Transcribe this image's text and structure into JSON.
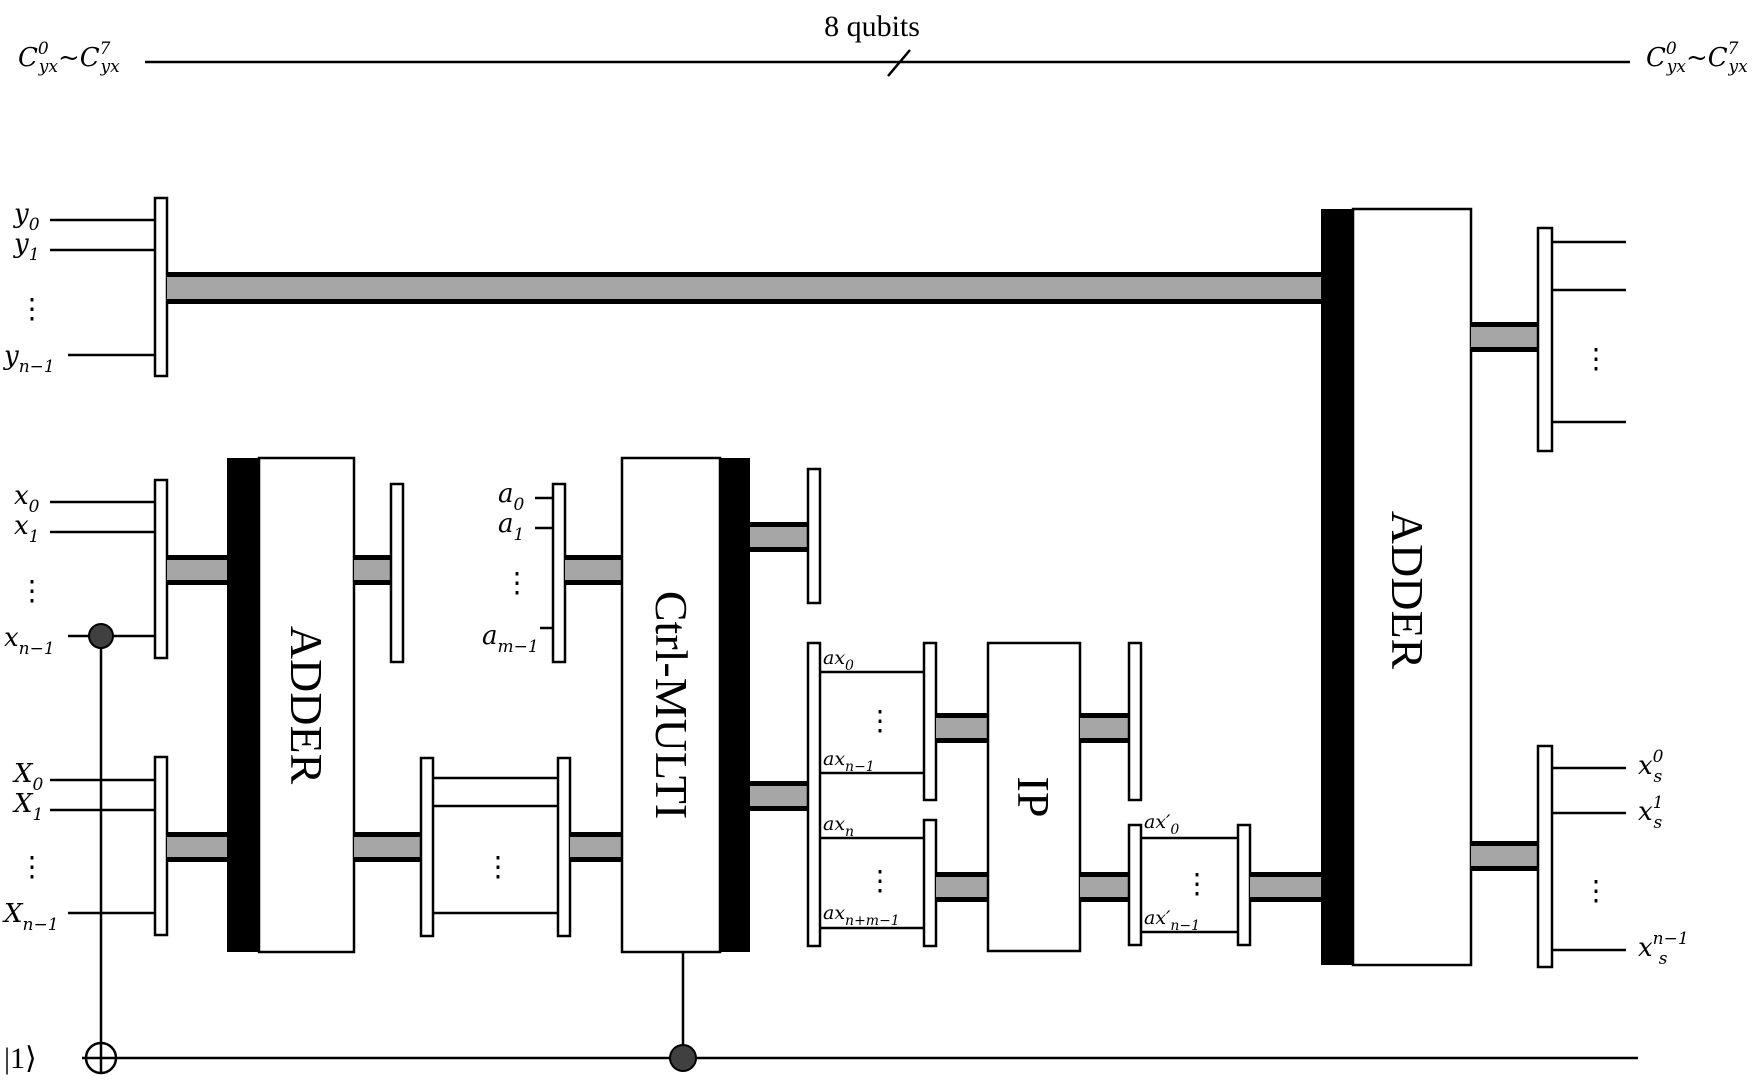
{
  "top_wire": {
    "left_label": {
      "base": "C",
      "sup": "0",
      "sub": "yx",
      "sep": "~",
      "base2": "C",
      "sup2": "7",
      "sub2": "yx"
    },
    "right_label": {
      "base": "C",
      "sup": "0",
      "sub": "yx",
      "sep": "~",
      "base2": "C",
      "sup2": "7",
      "sub2": "yx"
    },
    "bus_label": "8 qubits"
  },
  "inputs": {
    "y": [
      {
        "base": "y",
        "sub": "0"
      },
      {
        "base": "y",
        "sub": "1"
      },
      {
        "base": "y",
        "sub": "n−1"
      }
    ],
    "x": [
      {
        "base": "x",
        "sub": "0"
      },
      {
        "base": "x",
        "sub": "1"
      },
      {
        "base": "x",
        "sub": "n−1"
      }
    ],
    "X": [
      {
        "base": "X",
        "sub": "0"
      },
      {
        "base": "X",
        "sub": "1"
      },
      {
        "base": "X",
        "sub": "n−1"
      }
    ],
    "a": [
      {
        "base": "a",
        "sub": "0"
      },
      {
        "base": "a",
        "sub": "1"
      },
      {
        "base": "a",
        "sub": "m−1"
      }
    ],
    "ancilla": "|1⟩"
  },
  "intermediate": {
    "ax_top": [
      {
        "base": "ax",
        "sub": "0"
      },
      {
        "base": "ax",
        "sub": "n−1"
      }
    ],
    "ax_bottom": [
      {
        "base": "ax",
        "sub": "n"
      },
      {
        "base": "ax",
        "sub": "n+m−1"
      }
    ],
    "ax_prime": [
      {
        "base": "ax′",
        "sub": "0"
      },
      {
        "base": "ax′",
        "sub": "n−1"
      }
    ]
  },
  "outputs": {
    "xs": [
      {
        "base": "x",
        "sup": "0",
        "sub": "s"
      },
      {
        "base": "x",
        "sup": "1",
        "sub": "s"
      },
      {
        "base": "x",
        "sup": "n−1",
        "sub": "s"
      }
    ]
  },
  "gates": {
    "adder_left": "ADDER",
    "ctrl_multi": "Ctrl-MULTI",
    "ip": "IP",
    "adder_right": "ADDER"
  },
  "ellipsis": "⋮"
}
